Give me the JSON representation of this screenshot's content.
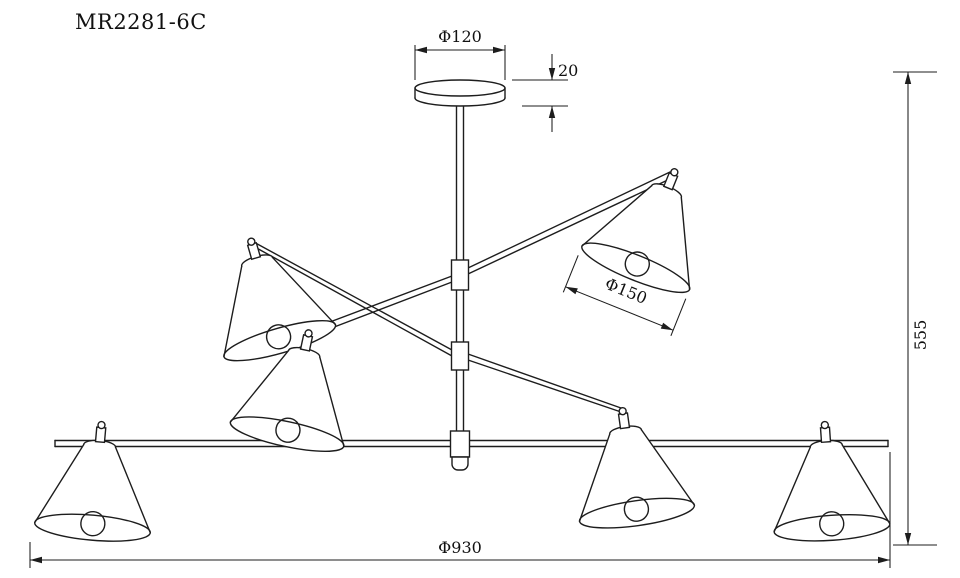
{
  "drawing": {
    "model": "MR2281-6C",
    "dimensions": {
      "canopy_diameter": "Φ120",
      "canopy_height": "20",
      "shade_diameter": "Φ150",
      "overall_height": "555",
      "overall_width": "Φ930"
    }
  },
  "colors": {
    "background": "#ffffff",
    "line": "#1d1d1d",
    "text": "#111111"
  }
}
